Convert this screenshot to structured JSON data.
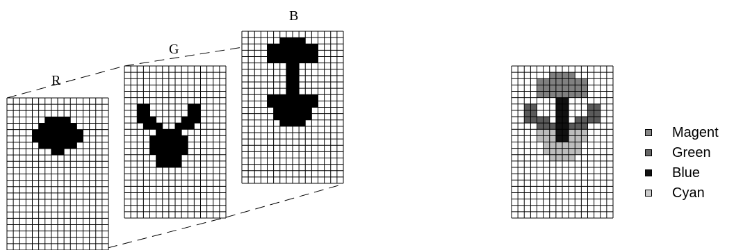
{
  "planes": [
    {
      "id": "r",
      "label": "R",
      "cells": [
        [
          6,
          3
        ],
        [
          7,
          3
        ],
        [
          8,
          3
        ],
        [
          9,
          3
        ],
        [
          5,
          4
        ],
        [
          6,
          4
        ],
        [
          7,
          4
        ],
        [
          8,
          4
        ],
        [
          9,
          4
        ],
        [
          10,
          4
        ],
        [
          4,
          5
        ],
        [
          5,
          5
        ],
        [
          6,
          5
        ],
        [
          7,
          5
        ],
        [
          8,
          5
        ],
        [
          9,
          5
        ],
        [
          10,
          5
        ],
        [
          11,
          5
        ],
        [
          4,
          6
        ],
        [
          5,
          6
        ],
        [
          6,
          6
        ],
        [
          7,
          6
        ],
        [
          8,
          6
        ],
        [
          9,
          6
        ],
        [
          10,
          6
        ],
        [
          11,
          6
        ],
        [
          5,
          7
        ],
        [
          6,
          7
        ],
        [
          7,
          7
        ],
        [
          8,
          7
        ],
        [
          9,
          7
        ],
        [
          10,
          7
        ],
        [
          7,
          8
        ],
        [
          8,
          8
        ]
      ]
    },
    {
      "id": "g",
      "label": "G",
      "cells": [
        [
          2,
          6
        ],
        [
          3,
          6
        ],
        [
          10,
          6
        ],
        [
          11,
          6
        ],
        [
          2,
          7
        ],
        [
          3,
          7
        ],
        [
          10,
          7
        ],
        [
          11,
          7
        ],
        [
          2,
          8
        ],
        [
          3,
          8
        ],
        [
          4,
          8
        ],
        [
          9,
          8
        ],
        [
          10,
          8
        ],
        [
          11,
          8
        ],
        [
          3,
          9
        ],
        [
          4,
          9
        ],
        [
          5,
          9
        ],
        [
          8,
          9
        ],
        [
          9,
          9
        ],
        [
          10,
          9
        ],
        [
          5,
          10
        ],
        [
          6,
          10
        ],
        [
          7,
          10
        ],
        [
          8,
          10
        ],
        [
          4,
          11
        ],
        [
          5,
          11
        ],
        [
          6,
          11
        ],
        [
          7,
          11
        ],
        [
          8,
          11
        ],
        [
          9,
          11
        ],
        [
          4,
          12
        ],
        [
          5,
          12
        ],
        [
          6,
          12
        ],
        [
          7,
          12
        ],
        [
          8,
          12
        ],
        [
          9,
          12
        ],
        [
          4,
          13
        ],
        [
          5,
          13
        ],
        [
          6,
          13
        ],
        [
          7,
          13
        ],
        [
          8,
          13
        ],
        [
          9,
          13
        ],
        [
          5,
          14
        ],
        [
          6,
          14
        ],
        [
          7,
          14
        ],
        [
          8,
          14
        ],
        [
          5,
          15
        ],
        [
          6,
          15
        ],
        [
          7,
          15
        ],
        [
          8,
          15
        ]
      ]
    },
    {
      "id": "b",
      "label": "B",
      "cells": [
        [
          6,
          1
        ],
        [
          7,
          1
        ],
        [
          8,
          1
        ],
        [
          9,
          1
        ],
        [
          4,
          2
        ],
        [
          5,
          2
        ],
        [
          6,
          2
        ],
        [
          7,
          2
        ],
        [
          8,
          2
        ],
        [
          9,
          2
        ],
        [
          10,
          2
        ],
        [
          11,
          2
        ],
        [
          4,
          3
        ],
        [
          5,
          3
        ],
        [
          6,
          3
        ],
        [
          7,
          3
        ],
        [
          8,
          3
        ],
        [
          9,
          3
        ],
        [
          10,
          3
        ],
        [
          11,
          3
        ],
        [
          4,
          4
        ],
        [
          5,
          4
        ],
        [
          6,
          4
        ],
        [
          7,
          4
        ],
        [
          8,
          4
        ],
        [
          9,
          4
        ],
        [
          10,
          4
        ],
        [
          11,
          4
        ],
        [
          7,
          5
        ],
        [
          8,
          5
        ],
        [
          7,
          6
        ],
        [
          8,
          6
        ],
        [
          7,
          7
        ],
        [
          8,
          7
        ],
        [
          7,
          8
        ],
        [
          8,
          8
        ],
        [
          7,
          9
        ],
        [
          8,
          9
        ],
        [
          4,
          10
        ],
        [
          5,
          10
        ],
        [
          6,
          10
        ],
        [
          7,
          10
        ],
        [
          8,
          10
        ],
        [
          9,
          10
        ],
        [
          10,
          10
        ],
        [
          11,
          10
        ],
        [
          4,
          11
        ],
        [
          5,
          11
        ],
        [
          6,
          11
        ],
        [
          7,
          11
        ],
        [
          8,
          11
        ],
        [
          9,
          11
        ],
        [
          10,
          11
        ],
        [
          11,
          11
        ],
        [
          5,
          12
        ],
        [
          6,
          12
        ],
        [
          7,
          12
        ],
        [
          8,
          12
        ],
        [
          9,
          12
        ],
        [
          10,
          12
        ],
        [
          5,
          13
        ],
        [
          6,
          13
        ],
        [
          7,
          13
        ],
        [
          8,
          13
        ],
        [
          9,
          13
        ],
        [
          10,
          13
        ],
        [
          6,
          14
        ],
        [
          7,
          14
        ],
        [
          8,
          14
        ],
        [
          9,
          14
        ]
      ]
    }
  ],
  "combined": {
    "layers": [
      {
        "color": "#808080",
        "cells": [
          [
            6,
            1
          ],
          [
            7,
            1
          ],
          [
            8,
            1
          ],
          [
            9,
            1
          ],
          [
            4,
            2
          ],
          [
            5,
            2
          ],
          [
            6,
            2
          ],
          [
            7,
            2
          ],
          [
            8,
            2
          ],
          [
            9,
            2
          ],
          [
            10,
            2
          ],
          [
            11,
            2
          ],
          [
            4,
            3
          ],
          [
            5,
            3
          ],
          [
            6,
            3
          ],
          [
            7,
            3
          ],
          [
            8,
            3
          ],
          [
            9,
            3
          ],
          [
            10,
            3
          ],
          [
            11,
            3
          ],
          [
            4,
            4
          ],
          [
            5,
            4
          ],
          [
            6,
            4
          ],
          [
            7,
            4
          ],
          [
            8,
            4
          ],
          [
            9,
            4
          ],
          [
            10,
            4
          ],
          [
            11,
            4
          ]
        ]
      },
      {
        "color": "#bdbdbd",
        "cells": [
          [
            4,
            10
          ],
          [
            5,
            10
          ],
          [
            6,
            10
          ],
          [
            7,
            10
          ],
          [
            8,
            10
          ],
          [
            9,
            10
          ],
          [
            10,
            10
          ],
          [
            11,
            10
          ],
          [
            4,
            11
          ],
          [
            5,
            11
          ],
          [
            6,
            11
          ],
          [
            7,
            11
          ],
          [
            8,
            11
          ],
          [
            9,
            11
          ],
          [
            10,
            11
          ],
          [
            11,
            11
          ],
          [
            5,
            12
          ],
          [
            6,
            12
          ],
          [
            7,
            12
          ],
          [
            8,
            12
          ],
          [
            9,
            12
          ],
          [
            10,
            12
          ],
          [
            5,
            13
          ],
          [
            6,
            13
          ],
          [
            7,
            13
          ],
          [
            8,
            13
          ],
          [
            9,
            13
          ],
          [
            10,
            13
          ],
          [
            6,
            14
          ],
          [
            7,
            14
          ],
          [
            8,
            14
          ],
          [
            9,
            14
          ]
        ]
      },
      {
        "color": "#5a5a5a",
        "cells": [
          [
            2,
            6
          ],
          [
            3,
            6
          ],
          [
            12,
            6
          ],
          [
            13,
            6
          ],
          [
            2,
            7
          ],
          [
            3,
            7
          ],
          [
            12,
            7
          ],
          [
            13,
            7
          ],
          [
            2,
            8
          ],
          [
            3,
            8
          ],
          [
            4,
            8
          ],
          [
            5,
            8
          ],
          [
            10,
            8
          ],
          [
            11,
            8
          ],
          [
            12,
            8
          ],
          [
            13,
            8
          ],
          [
            4,
            9
          ],
          [
            5,
            9
          ],
          [
            6,
            9
          ],
          [
            9,
            9
          ],
          [
            10,
            9
          ],
          [
            11,
            9
          ]
        ]
      },
      {
        "color": "#111111",
        "cells": [
          [
            7,
            5
          ],
          [
            8,
            5
          ],
          [
            7,
            6
          ],
          [
            8,
            6
          ],
          [
            7,
            7
          ],
          [
            8,
            7
          ],
          [
            7,
            8
          ],
          [
            8,
            8
          ],
          [
            7,
            9
          ],
          [
            8,
            9
          ],
          [
            7,
            10
          ],
          [
            8,
            10
          ],
          [
            7,
            11
          ],
          [
            8,
            11
          ]
        ]
      }
    ]
  },
  "legend": [
    {
      "label": "Magent",
      "color": "#888888"
    },
    {
      "label": "Green",
      "color": "#666666"
    },
    {
      "label": "Blue",
      "color": "#111111"
    },
    {
      "label": "Cyan",
      "color": "#cccccc"
    }
  ]
}
